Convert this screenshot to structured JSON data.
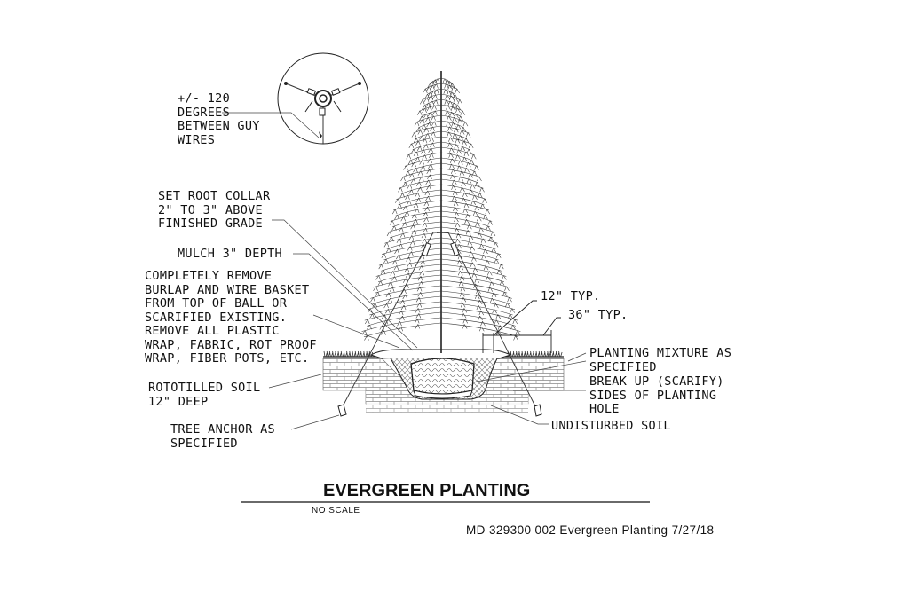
{
  "title": "EVERGREEN PLANTING",
  "scale_note": "NO SCALE",
  "reference": "MD 329300 002 Evergreen Planting 7/27/18",
  "labels": {
    "guy_angle": "+/- 120\nDEGREES\nBETWEEN GUY\nWIRES",
    "root_collar": "SET ROOT COLLAR\n2\" TO 3\" ABOVE\nFINISHED GRADE",
    "mulch": "MULCH 3\" DEPTH",
    "burlap": "COMPLETELY REMOVE\nBURLAP AND WIRE BASKET\nFROM TOP OF BALL OR\nSCARIFIED EXISTING.\nREMOVE ALL PLASTIC\nWRAP, FABRIC, ROT PROOF\nWRAP, FIBER POTS, ETC.",
    "rototilled": "ROTOTILLED SOIL\n12\" DEEP",
    "anchor": "TREE ANCHOR AS\nSPECIFIED",
    "typ12": "12\" TYP.",
    "typ36": "36\" TYP.",
    "planting_mix": "PLANTING MIXTURE AS\nSPECIFIED",
    "scarify": "BREAK UP (SCARIFY)\nSIDES OF PLANTING\nHOLE",
    "undisturbed": "UNDISTURBED SOIL"
  }
}
